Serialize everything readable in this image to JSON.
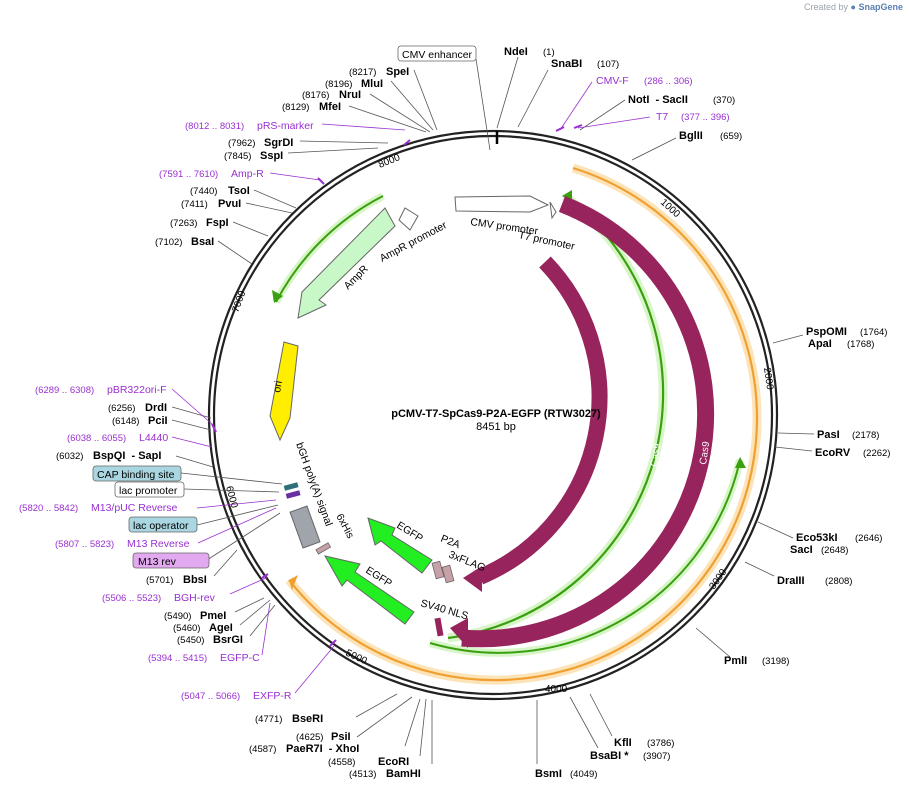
{
  "credit": {
    "prefix": "Created by",
    "brand": "SnapGene"
  },
  "plasmid": {
    "name": "pCMV-T7-SpCas9-P2A-EGFP (RTW3027)",
    "length": "8451 bp"
  },
  "ticks": [
    "1000",
    "2000",
    "3000",
    "4000",
    "5000",
    "6000",
    "7000",
    "8000"
  ],
  "sites": [
    {
      "name": "NdeI",
      "pos": "(1)"
    },
    {
      "name": "SnaBI",
      "pos": "(107)"
    },
    {
      "name": "NotI  - SacII",
      "pos": "(370)"
    },
    {
      "name": "BglII",
      "pos": "(659)"
    },
    {
      "name": "PspOMI",
      "pos": "(1764)"
    },
    {
      "name": "ApaI",
      "pos": "(1768)"
    },
    {
      "name": "PasI",
      "pos": "(2178)"
    },
    {
      "name": "EcoRV",
      "pos": "(2262)"
    },
    {
      "name": "Eco53kI",
      "pos": "(2646)"
    },
    {
      "name": "SacI",
      "pos": "(2648)"
    },
    {
      "name": "DraIII",
      "pos": "(2808)"
    },
    {
      "name": "PmlI",
      "pos": "(3198)"
    },
    {
      "name": "KflI",
      "pos": "(3786)"
    },
    {
      "name": "BsaBI *",
      "pos": "(3907)"
    },
    {
      "name": "BsmI",
      "pos": "(4049)"
    },
    {
      "name": "BamHI",
      "pos": "(4513)"
    },
    {
      "name": "EcoRI",
      "pos": "(4558)"
    },
    {
      "name": "PaeR7I  - XhoI",
      "pos": "(4587)"
    },
    {
      "name": "PsiI",
      "pos": "(4625)"
    },
    {
      "name": "BseRI",
      "pos": "(4771)"
    },
    {
      "name": "BsrGI",
      "pos": "(5450)"
    },
    {
      "name": "AgeI",
      "pos": "(5460)"
    },
    {
      "name": "PmeI",
      "pos": "(5490)"
    },
    {
      "name": "BbsI",
      "pos": "(5701)"
    },
    {
      "name": "BspQI  - SapI",
      "pos": "(6032)"
    },
    {
      "name": "PciI",
      "pos": "(6148)"
    },
    {
      "name": "DrdI",
      "pos": "(6256)"
    },
    {
      "name": "BsaI",
      "pos": "(7102)"
    },
    {
      "name": "FspI",
      "pos": "(7263)"
    },
    {
      "name": "PvuI",
      "pos": "(7411)"
    },
    {
      "name": "TsoI",
      "pos": "(7440)"
    },
    {
      "name": "SspI",
      "pos": "(7845)"
    },
    {
      "name": "SgrDI",
      "pos": "(7962)"
    },
    {
      "name": "MfeI",
      "pos": "(8129)"
    },
    {
      "name": "NruI",
      "pos": "(8176)"
    },
    {
      "name": "MluI",
      "pos": "(8196)"
    },
    {
      "name": "SpeI",
      "pos": "(8217)"
    }
  ],
  "primers": [
    {
      "name": "CMV-F",
      "range": "(286 .. 306)"
    },
    {
      "name": "T7",
      "range": "(377 .. 396)"
    },
    {
      "name": "pRS-marker",
      "range": "(8012 .. 8031)"
    },
    {
      "name": "Amp-R",
      "range": "(7591 .. 7610)"
    },
    {
      "name": "pBR322ori-F",
      "range": "(6289 .. 6308)"
    },
    {
      "name": "L4440",
      "range": "(6038 .. 6055)"
    },
    {
      "name": "M13/pUC Reverse",
      "range": "(5820 .. 5842)"
    },
    {
      "name": "M13 Reverse",
      "range": "(5807 .. 5823)"
    },
    {
      "name": "BGH-rev",
      "range": "(5506 .. 5523)"
    },
    {
      "name": "EGFP-C",
      "range": "(5394 .. 5415)"
    },
    {
      "name": "EXFP-R",
      "range": "(5047 .. 5066)"
    }
  ],
  "boxed_features": [
    "CMV enhancer",
    "CAP binding site",
    "lac promoter",
    "lac operator",
    "M13 rev"
  ],
  "features": {
    "cas9_inner": "Cas9",
    "cas9_outer": "Cas9",
    "cmv_promoter": "CMV promoter",
    "t7_promoter": "T7 promoter",
    "ampr": "AmpR",
    "ampr_promoter": "AmpR promoter",
    "ori": "ori",
    "bgh": "bGH poly(A) signal",
    "his": "6xHis",
    "egfp_inner": "EGFP",
    "egfp_outer": "EGFP",
    "p2a": "P2A",
    "flag": "3xFLAG",
    "sv40": "SV40 NLS"
  },
  "colors": {
    "cas9": "#97245c",
    "egfp": "#22ee22",
    "ampr": "#c8f7c8",
    "ori": "#ffee00",
    "orf_orange": "#f0a030",
    "orf_green": "#3aa010",
    "primer": "#9a2fd1",
    "boxed_fill": "#a9d6e0"
  }
}
